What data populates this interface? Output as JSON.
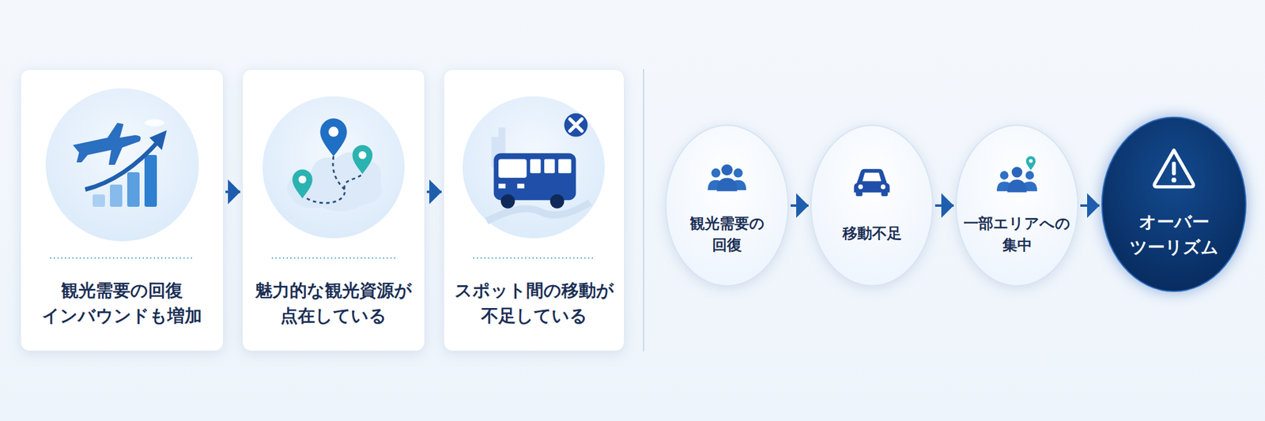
{
  "diagram": {
    "nodes": [
      {
        "text": [
          "観光需要の回復 インバウンドも増加"
        ]
      },
      {
        "text": [
          "魅力的な観光資源が 点在している"
        ]
      },
      {
        "text": [
          "スポット間の移動が 不足している"
        ]
      },
      {
        "text": [
          "観光需要の 回復"
        ]
      },
      {
        "text": [
          "移動不足"
        ]
      },
      {
        "text": [
          "一部エリアへの 集中"
        ]
      },
      {
        "text": [
          "オーバー ツーリズム"
        ]
      }
    ],
    "edges": [
      {
        "from": 0,
        "to": 1,
        "arrow": "to"
      },
      {
        "from": 1,
        "to": 2,
        "arrow": "to"
      },
      {
        "from": 3,
        "to": 4,
        "arrow": "to"
      },
      {
        "from": 4,
        "to": 5,
        "arrow": "to"
      },
      {
        "from": 5,
        "to": 6,
        "arrow": "to"
      }
    ]
  }
}
